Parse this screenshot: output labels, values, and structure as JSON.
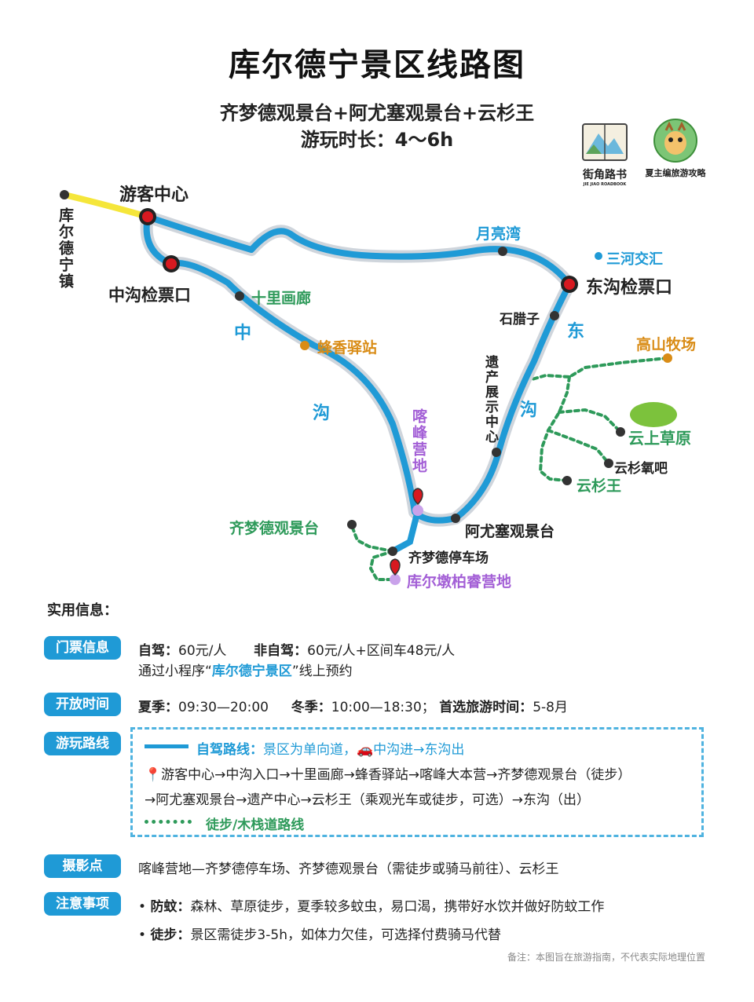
{
  "title": "库尔德宁景区线路图",
  "subtitle_line1": "齐梦德观景台+阿尤塞观景台+云杉王",
  "subtitle_line2": "游玩时长：4～6h",
  "logos": {
    "left_caption": "街角路书",
    "left_small": "JIE JIAO ROADBOOK",
    "right_caption": "夏主编旅游攻略"
  },
  "colors": {
    "road": "#1f9ad6",
    "road_outline": "#cfd5dc",
    "entry_road": "#f5e63a",
    "trail": "#2e9a5a",
    "pill": "#1f9ad6",
    "checkpoint": "#d71920"
  },
  "map": {
    "town": "库尔德宁镇",
    "visitor_center": "游客中心",
    "zhonggou_gate": "中沟检票口",
    "shili_gallery": "十里画廊",
    "zhonggou_label_1": "中",
    "zhonggou_label_2": "沟",
    "fengxiang_station": "蜂香驿站",
    "yueliang_bay": "月亮湾",
    "sanhe": "三河交汇",
    "donggou_gate": "东沟检票口",
    "shilaizi": "石腊子",
    "donggou_label_1": "东",
    "donggou_label_2": "沟",
    "gaoshan_pasture": "高山牧场",
    "heritage_center": "遗产展示中心",
    "kafeng_camp": "喀峰营地",
    "yunshang_grassland": "云上草原",
    "yunshan_oxygen": "云杉氧吧",
    "yunshan_king": "云杉王",
    "qimengde_view": "齐梦德观景台",
    "ayousai_view": "阿尤塞观景台",
    "qimengde_parking": "齐梦德停车场",
    "kurdun_camp": "库尔墩柏睿营地"
  },
  "info": {
    "heading": "实用信息：",
    "ticket": {
      "pill": "门票信息",
      "self_drive_label": "自驾：",
      "self_drive_price": "60元/人",
      "non_self_label": "非自驾：",
      "non_self_price": "60元/人+区间车48元/人",
      "booking_pre": "通过小程序“",
      "booking_name": "库尔德宁景区",
      "booking_post": "”线上预约"
    },
    "hours": {
      "pill": "开放时间",
      "summer_label": "夏季：",
      "summer": "09:30—20:00",
      "winter_label": "冬季：",
      "winter": "10:00—18:30；",
      "best_label": "首选旅游时间：",
      "best": "5-8月"
    },
    "route": {
      "pill": "游玩路线",
      "drive_label": "自驾路线：",
      "drive_note": "景区为单向道，",
      "drive_dir": "中沟进→东沟出",
      "line1": "游客中心→中沟入口→十里画廊→蜂香驿站→喀峰大本营→齐梦德观景台（徒步）",
      "line2": "→阿尤塞观景台→遗产中心→云杉王（乘观光车或徒步，可选）→东沟（出）",
      "trail_label": "徒步/木栈道路线"
    },
    "photo": {
      "pill": "摄影点",
      "text": "喀峰营地—齐梦德停车场、齐梦德观景台（需徒步或骑马前往）、云杉王"
    },
    "notes": {
      "pill": "注意事项",
      "n1_label": "防蚊：",
      "n1": "森林、草原徒步，夏季较多蚊虫，易口渴，携带好水饮并做好防蚊工作",
      "n2_label": "徒步：",
      "n2": "景区需徒步3-5h，如体力欠佳，可选择付费骑马代替"
    },
    "footnote": "备注：本图旨在旅游指南，不代表实际地理位置"
  }
}
